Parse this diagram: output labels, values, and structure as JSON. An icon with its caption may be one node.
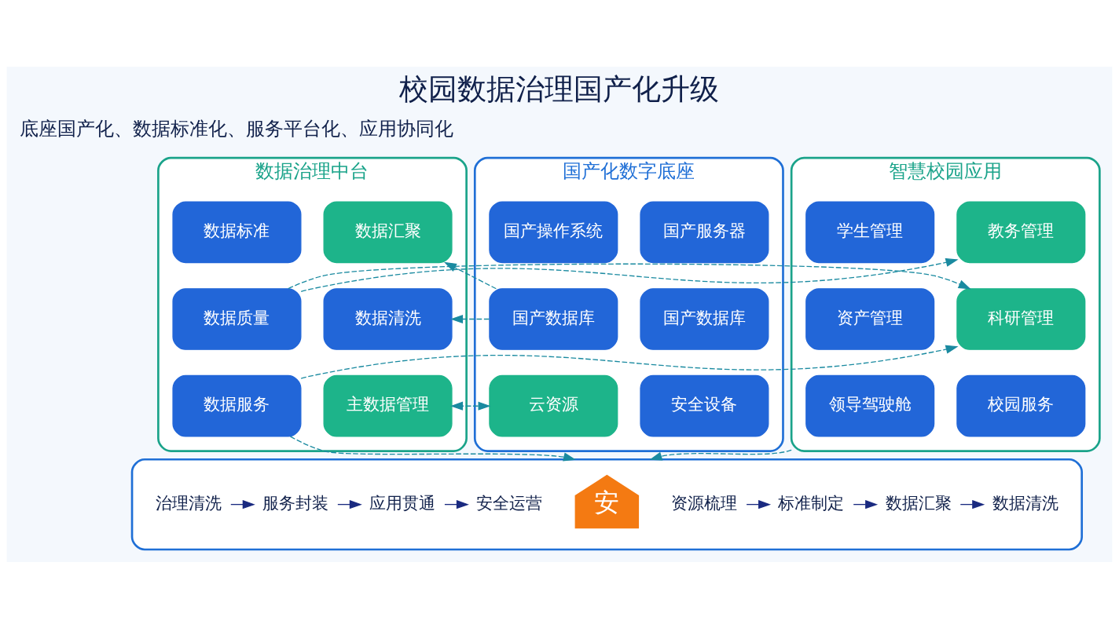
{
  "diagram": {
    "title": "校园数据治理国产化升级",
    "nodes": [
      {
        "text": [
          "国产化数字底座"
        ]
      },
      {
        "text": [
          "国产服务器"
        ],
        "in": 0
      },
      {
        "text": [
          "国产操作系统"
        ],
        "in": 0
      },
      {
        "text": [
          "国产数据库"
        ],
        "in": 0
      },
      {
        "text": [
          "国产数据库"
        ],
        "in": 0
      },
      {
        "text": [
          "安全设备"
        ],
        "in": 0
      },
      {
        "text": [
          "云资源"
        ],
        "in": 0
      },
      {
        "text": [
          "数据治理中台"
        ]
      },
      {
        "text": [
          "数据汇聚"
        ],
        "in": 7
      },
      {
        "text": [
          "数据标准"
        ],
        "in": 7
      },
      {
        "text": [
          "数据清洗"
        ],
        "in": 7
      },
      {
        "text": [
          "数据质量"
        ],
        "in": 7
      },
      {
        "text": [
          "主数据管理"
        ],
        "in": 7
      },
      {
        "text": [
          "数据服务"
        ],
        "in": 7
      },
      {
        "text": [
          "智慧校园应用"
        ]
      },
      {
        "text": [
          "教务管理"
        ],
        "in": 14
      },
      {
        "text": [
          "学生管理"
        ],
        "in": 14
      },
      {
        "text": [
          "科研管理"
        ],
        "in": 14
      },
      {
        "text": [
          "资产管理"
        ],
        "in": 14
      },
      {
        "text": [
          "校园服务"
        ],
        "in": 14
      },
      {
        "text": [
          "领导驾驶舱"
        ],
        "in": 14
      },
      {
        "text": [],
        "shape": "box"
      },
      {
        "text": [
          "资源梳理"
        ],
        "in": 21
      },
      {
        "text": [
          "标准制定"
        ],
        "in": 21
      },
      {
        "text": [
          "数据汇聚"
        ],
        "in": 21
      },
      {
        "text": [
          "数据清洗"
        ],
        "in": 21
      },
      {
        "text": [
          "安"
        ],
        "in": 21
      },
      {
        "text": [
          "治理清洗"
        ],
        "in": 21
      },
      {
        "text": [
          "服务封装"
        ],
        "in": 21
      },
      {
        "text": [
          "应用贯通"
        ],
        "in": 21
      },
      {
        "text": [
          "安全运营"
        ],
        "in": 21
      }
    ],
    "edges": [
      {
        "from": 4,
        "to": 8,
        "arrow": "to",
        "style": "dashed"
      },
      {
        "from": 4,
        "to": 10,
        "arrow": "to",
        "style": "dashed"
      },
      {
        "from": 11,
        "to": 15,
        "arrow": "to",
        "style": "dashed"
      },
      {
        "from": 11,
        "to": 17,
        "arrow": "to",
        "style": "dashed"
      },
      {
        "from": 13,
        "to": 17,
        "arrow": "to",
        "style": "dashed"
      },
      {
        "from": 6,
        "to": 12,
        "arrow": "both",
        "style": "dashed"
      },
      {
        "from": 13,
        "to": 21,
        "arrow": "to",
        "style": "dashed"
      },
      {
        "from": 14,
        "to": 21,
        "arrow": "to",
        "style": "dashed"
      },
      {
        "from": 22,
        "to": 23,
        "arrow": "to",
        "color": "#1a2a80"
      },
      {
        "from": 23,
        "to": 24,
        "arrow": "to",
        "color": "#1a2a80"
      },
      {
        "from": 24,
        "to": 25,
        "arrow": "to",
        "color": "#1a2a80"
      },
      {
        "from": 27,
        "to": 28,
        "arrow": "to",
        "color": "#1a2a80"
      },
      {
        "from": 28,
        "to": 29,
        "arrow": "to",
        "color": "#1a2a80"
      },
      {
        "from": 29,
        "to": 30,
        "arrow": "to",
        "color": "#1a2a80"
      }
    ],
    "labels": [
      "底座国产化、数据标准化、服务平台化、应用协同化"
    ]
  }
}
